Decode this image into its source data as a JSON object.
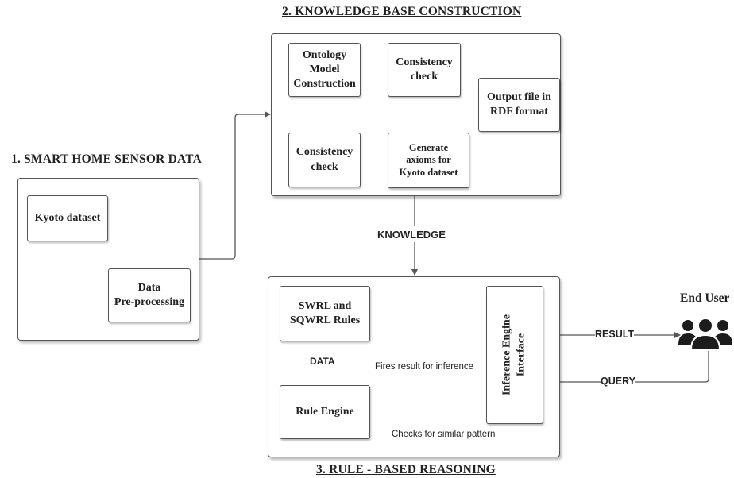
{
  "sections": {
    "sensor": {
      "title": "1. SMART HOME SENSOR DATA",
      "kyoto": "Kyoto dataset",
      "preprocessing": "Data\nPre-processing"
    },
    "kb": {
      "title": "2. KNOWLEDGE BASE CONSTRUCTION",
      "ontology": "Ontology\nModel\nConstruction",
      "consistency_top": "Consistency\ncheck",
      "consistency_bottom": "Consistency\ncheck",
      "generate": "Generate\naxioms for\nKyoto dataset",
      "output": "Output file in\nRDF format"
    },
    "rule": {
      "title": "3. RULE - BASED REASONING",
      "swrl": "SWRL and\nSQWRL Rules",
      "rule_engine": "Rule Engine",
      "inference": "Inference Engine\nInterface"
    }
  },
  "labels": {
    "knowledge": "KNOWLEDGE",
    "data": "DATA",
    "fires": "Fires result for inference",
    "checks": "Checks for similar pattern",
    "result": "RESULT",
    "query": "QUERY"
  },
  "end_user": {
    "label": "End User",
    "icon": "users-group-icon"
  }
}
